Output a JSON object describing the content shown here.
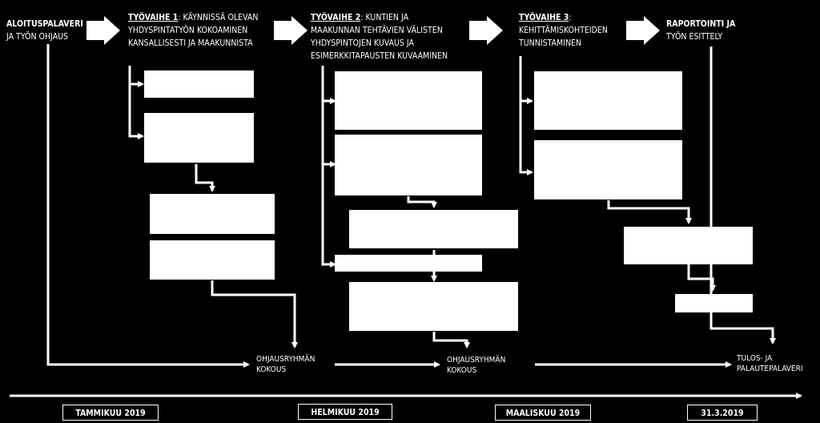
{
  "stages": {
    "start_line1": "ALOITUSPALAVERI",
    "start_line2": "JA TYÖN OHJAUS",
    "report_line1": "RAPORTOINTI JA",
    "report_line2": "TYÖN ESITTELY"
  },
  "phase1": {
    "title": "TYÖVAIHE 1",
    "line1": ": KÄYNNISSÄ OLEVAN",
    "line2": "YHDYSPINTATYÖN KOKOAMINEN",
    "line3": "KANSALLISESTI JA MAAKUNNISTA"
  },
  "phase2": {
    "title": "TYÖVAIHE 2",
    "line1": ": KUNTIEN JA",
    "line2": "MAAKUNNAN TEHTÄVIEN VÄLISTEN",
    "line3": "YHDYSPINTOJEN KUVAUS JA",
    "line4": "ESIMERKKITAPAUSTEN KUVAAMINEN"
  },
  "phase3": {
    "title": "TYÖVAIHE 3",
    "line1": ":",
    "line2": "KEHITTÄMISKOHTEIDEN",
    "line3": "TUNNISTAMINEN"
  },
  "meetings": {
    "m1_line1": "OHJAUSRYHMÄN",
    "m1_line2": "KOKOUS",
    "m2_line1": "OHJAUSRYHMÄN",
    "m2_line2": "KOKOUS",
    "final_line1": "TULOS- JA",
    "final_line2": "PALAUTEPALAVERI"
  },
  "timeline": {
    "months": [
      "TAMMIKUU 2019",
      "HELMIKUU 2019",
      "MAALISKUU 2019",
      "31.3.2019"
    ]
  },
  "colors": {
    "background": "#000000",
    "foreground": "#ffffff"
  }
}
